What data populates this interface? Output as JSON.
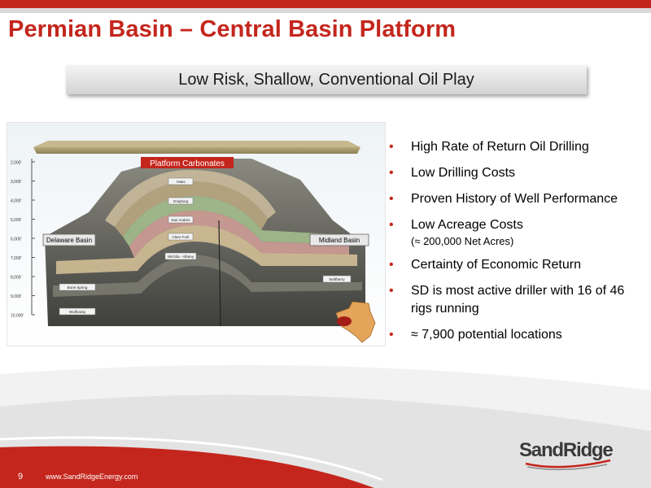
{
  "slide": {
    "title": "Permian Basin – Central Basin Platform",
    "subtitle": "Low Risk, Shallow, Conventional Oil Play",
    "page_number": "9",
    "url": "www.SandRidgeEnergy.com"
  },
  "figure": {
    "platform_label": "Platform Carbonates",
    "left_basin": "Delaware Basin",
    "right_basin": "Midland Basin",
    "formations": [
      "Yates",
      "Grayburg",
      "San Andres",
      "Clear Fork",
      "Wichita - Albany"
    ],
    "left_formations": [
      "Bone Spring",
      "Wolfcamp"
    ],
    "right_formations": [
      "Wolfberry"
    ],
    "depth_scale": [
      "2,000'",
      "3,000'",
      "4,000'",
      "5,000'",
      "6,000'",
      "7,000'",
      "8,000'",
      "9,000'",
      "10,000'"
    ]
  },
  "bullets": [
    {
      "text": "High Rate of Return Oil Drilling",
      "sub": ""
    },
    {
      "text": "Low Drilling Costs",
      "sub": ""
    },
    {
      "text": "Proven History of Well Performance",
      "sub": ""
    },
    {
      "text": "Low Acreage Costs",
      "sub": "(≈ 200,000 Net Acres)"
    },
    {
      "text": "Certainty of Economic Return",
      "sub": ""
    },
    {
      "text": "SD is most active driller with 16 of 46 rigs running",
      "sub": ""
    },
    {
      "text": "≈ 7,900 potential locations",
      "sub": ""
    }
  ],
  "logo": {
    "text": "SandRidge"
  },
  "colors": {
    "brand_red": "#c4261d",
    "bullet_red": "#c4261d",
    "logo_gray": "#3a3a3a"
  }
}
